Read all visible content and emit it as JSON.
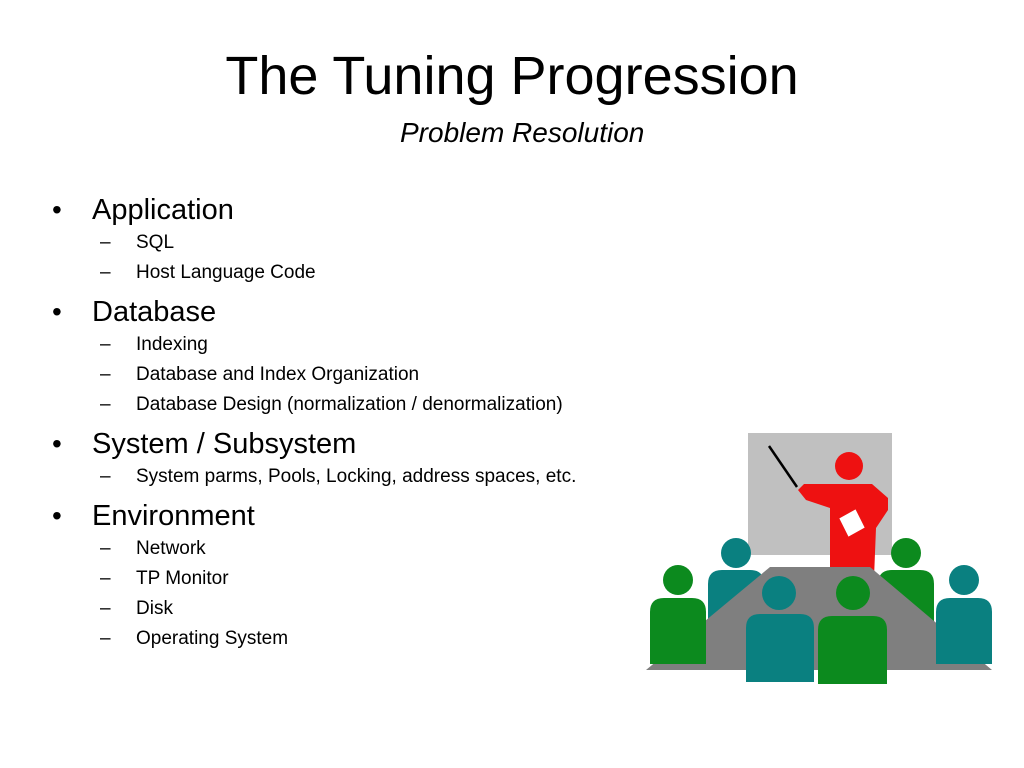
{
  "slide": {
    "title": "The Tuning Progression",
    "subtitle": "Problem Resolution"
  },
  "bullets": [
    {
      "label": "Application",
      "items": [
        "SQL",
        "Host Language Code"
      ]
    },
    {
      "label": "Database",
      "items": [
        "Indexing",
        "Database and Index Organization",
        "Database Design (normalization / denormalization)"
      ]
    },
    {
      "label": "System / Subsystem",
      "items": [
        "System parms, Pools, Locking, address spaces, etc."
      ]
    },
    {
      "label": "Environment",
      "items": [
        "Network",
        "TP Monitor",
        "Disk",
        "Operating System"
      ]
    }
  ],
  "symbols": {
    "bullet": "•",
    "dash": "–"
  },
  "colors": {
    "presenter": "#ee1111",
    "teal": "#0a8080",
    "green": "#0c8a1e",
    "board": "#c0c0c0",
    "table": "#7f7f7f"
  }
}
